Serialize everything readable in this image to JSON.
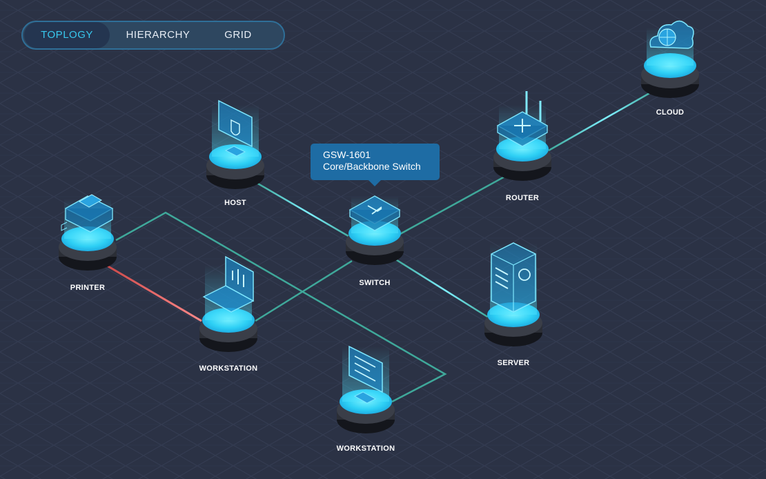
{
  "tabs": [
    {
      "label": "TOPLOGY",
      "active": true
    },
    {
      "label": "HIERARCHY",
      "active": false
    },
    {
      "label": "GRID",
      "active": false
    }
  ],
  "nodes": {
    "cloud": {
      "label": "CLOUD",
      "icon": "cloud-icon"
    },
    "router": {
      "label": "ROUTER",
      "icon": "router-icon"
    },
    "host": {
      "label": "HOST",
      "icon": "shield-monitor-icon"
    },
    "switch": {
      "label": "SWITCH",
      "icon": "switch-icon"
    },
    "printer": {
      "label": "PRINTER",
      "icon": "printer-icon"
    },
    "workstation_left": {
      "label": "WORKSTATION",
      "icon": "laptop-icon"
    },
    "server": {
      "label": "SERVER",
      "icon": "server-icon"
    },
    "workstation_bottom": {
      "label": "WORKSTATION",
      "icon": "monitor-icon"
    }
  },
  "tooltip": {
    "line1": "GSW-1601",
    "line2": "Core/Backbone Switch"
  },
  "colors": {
    "background": "#2b3245",
    "link": "#3fa89a",
    "link_glow": "#7ff0ff",
    "alert_link": "#e85a5a",
    "platform_top": "#34d6f5",
    "accent": "#38c8ee"
  }
}
